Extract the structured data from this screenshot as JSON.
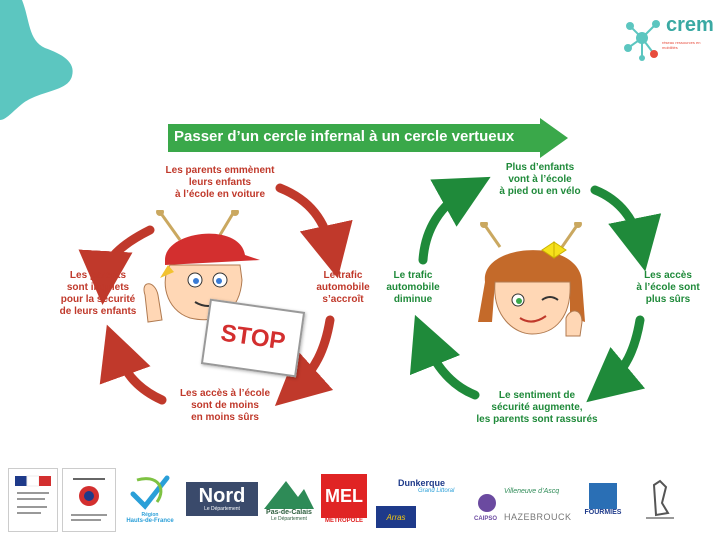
{
  "header": {
    "brand_name": "crem",
    "brand_tag": "réseau ressources en mobilités"
  },
  "banner": {
    "title": "Passer d’un cercle infernal à un cercle vertueux"
  },
  "vicious_circle": {
    "top": [
      "Les parents emmènent",
      "leurs enfants",
      "à l’école en voiture"
    ],
    "right": [
      "Le trafic",
      "automobile",
      "s’accroît"
    ],
    "bottom": [
      "Les accès à l’école",
      "sont de moins",
      "en moins sûrs"
    ],
    "left": [
      "Les parents",
      "sont inquiets",
      "pour la sécurité",
      "de leurs enfants"
    ],
    "stop_sign": "STOP"
  },
  "virtuous_circle": {
    "top": [
      "Plus d’enfants",
      "vont à l’école",
      "à pied ou en vélo"
    ],
    "right": [
      "Les accès",
      "à l’école sont",
      "plus sûrs"
    ],
    "bottom": [
      "Le sentiment de",
      "sécurité augmente,",
      "les parents sont rassurés"
    ],
    "left": [
      "Le trafic",
      "automobile",
      "diminue"
    ]
  },
  "partners": {
    "hauts_de_france": [
      "Région",
      "Hauts-de-France"
    ],
    "nord": [
      "Nord",
      "Le Département"
    ],
    "pas_de_calais": [
      "Pas-de-Calais",
      "Le Département"
    ],
    "mel": [
      "MEL",
      "MÉTROPOLE"
    ],
    "dunkerque": [
      "Dunkerque",
      "Grand Littoral"
    ],
    "arras": "Arras",
    "caipso": "CAIPSO",
    "villeneuve": "Villeneuve d’Ascq",
    "hazebrouck": "HAZEBROUCK",
    "fourmies": "FOURMIES"
  },
  "colors": {
    "teal": "#5cc6c0",
    "banner_green": "#3aa84a",
    "red": "#c0392b",
    "green": "#1f8a3a"
  }
}
